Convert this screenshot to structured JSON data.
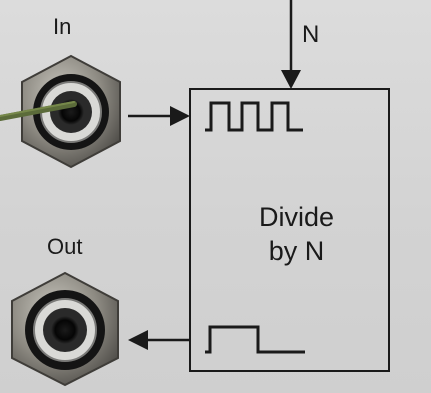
{
  "labels": {
    "in": "In",
    "out": "Out",
    "n": "N"
  },
  "block": {
    "line1": "Divide",
    "line2": "by N"
  },
  "colors": {
    "panel": "#d6d6d6",
    "ink": "#1a1a1a",
    "cable": "#5b6b3a",
    "nut": "#8a8a85"
  },
  "icons": {
    "in_jack": "hex-nut-jack-icon",
    "out_jack": "hex-nut-jack-icon",
    "input_pulse": "square-wave-icon",
    "output_pulse": "single-pulse-icon"
  }
}
